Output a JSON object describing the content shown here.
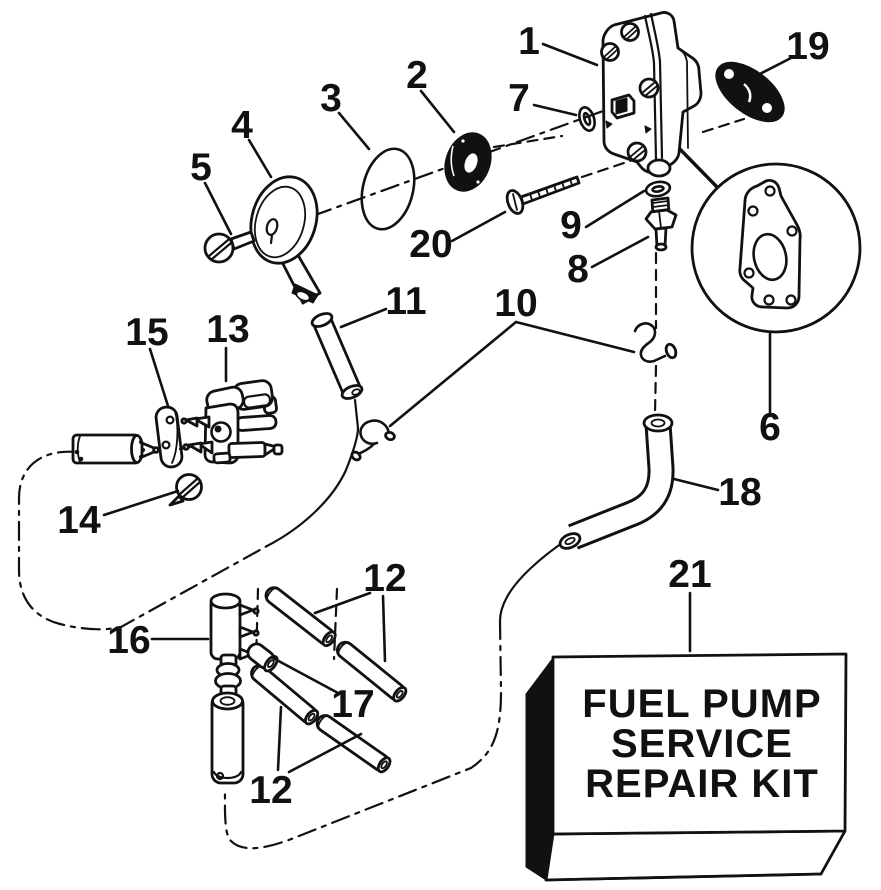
{
  "figure": {
    "type": "exploded-parts-diagram"
  },
  "colors": {
    "ink": "#111111",
    "paper": "#ffffff"
  },
  "callouts": {
    "c1": "1",
    "c2": "2",
    "c3": "3",
    "c4": "4",
    "c5": "5",
    "c6": "6",
    "c7": "7",
    "c8": "8",
    "c9": "9",
    "c10": "10",
    "c11": "11",
    "c12a": "12",
    "c12b": "12",
    "c13": "13",
    "c14": "14",
    "c15": "15",
    "c16": "16",
    "c17": "17",
    "c18": "18",
    "c19": "19",
    "c20": "20",
    "c21": "21"
  },
  "kit_box": {
    "line1": "FUEL PUMP",
    "line2": "SERVICE",
    "line3": "REPAIR KIT"
  }
}
